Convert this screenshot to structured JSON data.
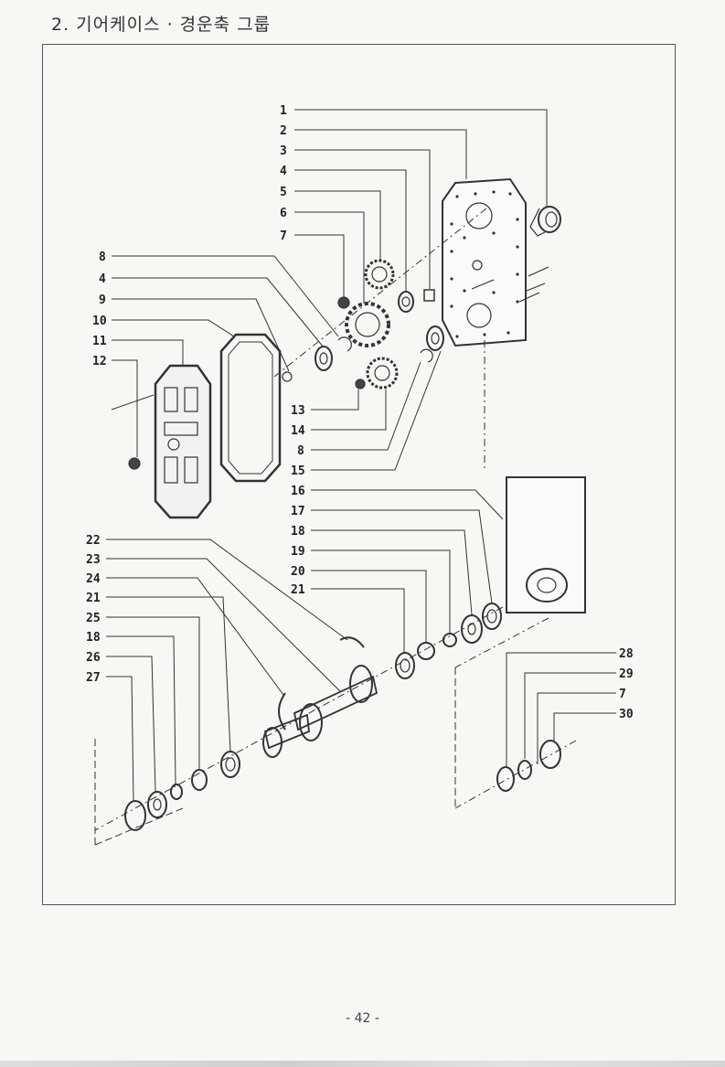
{
  "page": {
    "title": "2. 기어케이스 · 경운축 그룹",
    "page_number": "- 42 -"
  },
  "diagram": {
    "left_labels": [
      "8",
      "4",
      "9",
      "10",
      "11",
      "12"
    ],
    "top_labels": [
      "1",
      "2",
      "3",
      "4",
      "5",
      "6",
      "7"
    ],
    "mid_labels": [
      "13",
      "14",
      "8",
      "15",
      "16",
      "17",
      "18",
      "19",
      "20",
      "21"
    ],
    "lower_left_labels": [
      "22",
      "23",
      "24",
      "21",
      "25",
      "18",
      "26",
      "27"
    ],
    "right_labels": [
      "28",
      "29",
      "7",
      "30"
    ]
  }
}
